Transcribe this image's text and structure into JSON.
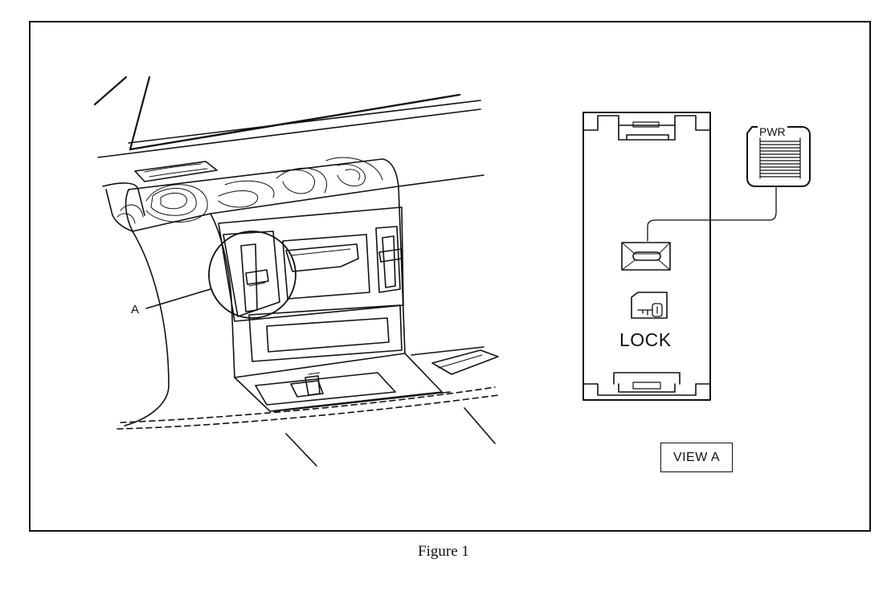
{
  "figure": {
    "caption": "Figure 1",
    "callout_label": "A",
    "view_label": "VIEW A"
  },
  "switch_panel": {
    "lock_label": "LOCK",
    "power_button_label": "PWR",
    "icons": [
      "key-icon",
      "power-button-icon"
    ]
  }
}
